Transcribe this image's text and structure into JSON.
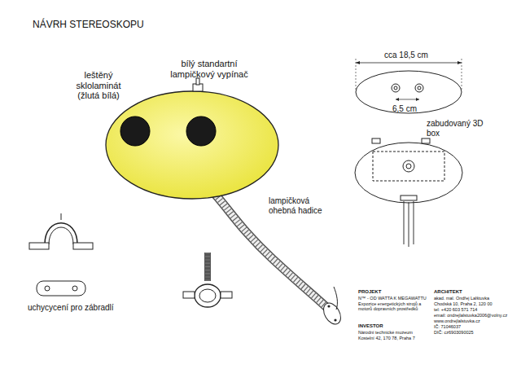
{
  "diagram": {
    "title": "NÁVRH STEREOSKOPU",
    "labels": [
      "bílý standartní lampičkový vypínač",
      "leštěný sklolaminát (žlutá bílá)",
      "cca 18,5 cm",
      "6,5 cm",
      "zabudovaný 3D box",
      "lampičková ohebná hadice",
      "uchycycení pro zábradlí",
      "PROJEKT",
      "N™ - OD WATTA K MEGAWATTU",
      "Expozice energetických strojů a motorů dopravních prostředků",
      "INVESTOR",
      "Národní technické muzeum",
      "Kostelní 42, 170 78, Praha 7",
      "ARCHITEKT",
      "akad. mal. Ondřej Lalštuvka",
      "Chodská 10, Praha 2, 120 00",
      "tel: +420 603 571 714",
      "email: ondrejlalstuvka2006@volny.cz",
      "www.ondrejlalstuvka.cz",
      "IČ: 71046037",
      "DIČ: cz6903090025"
    ]
  }
}
